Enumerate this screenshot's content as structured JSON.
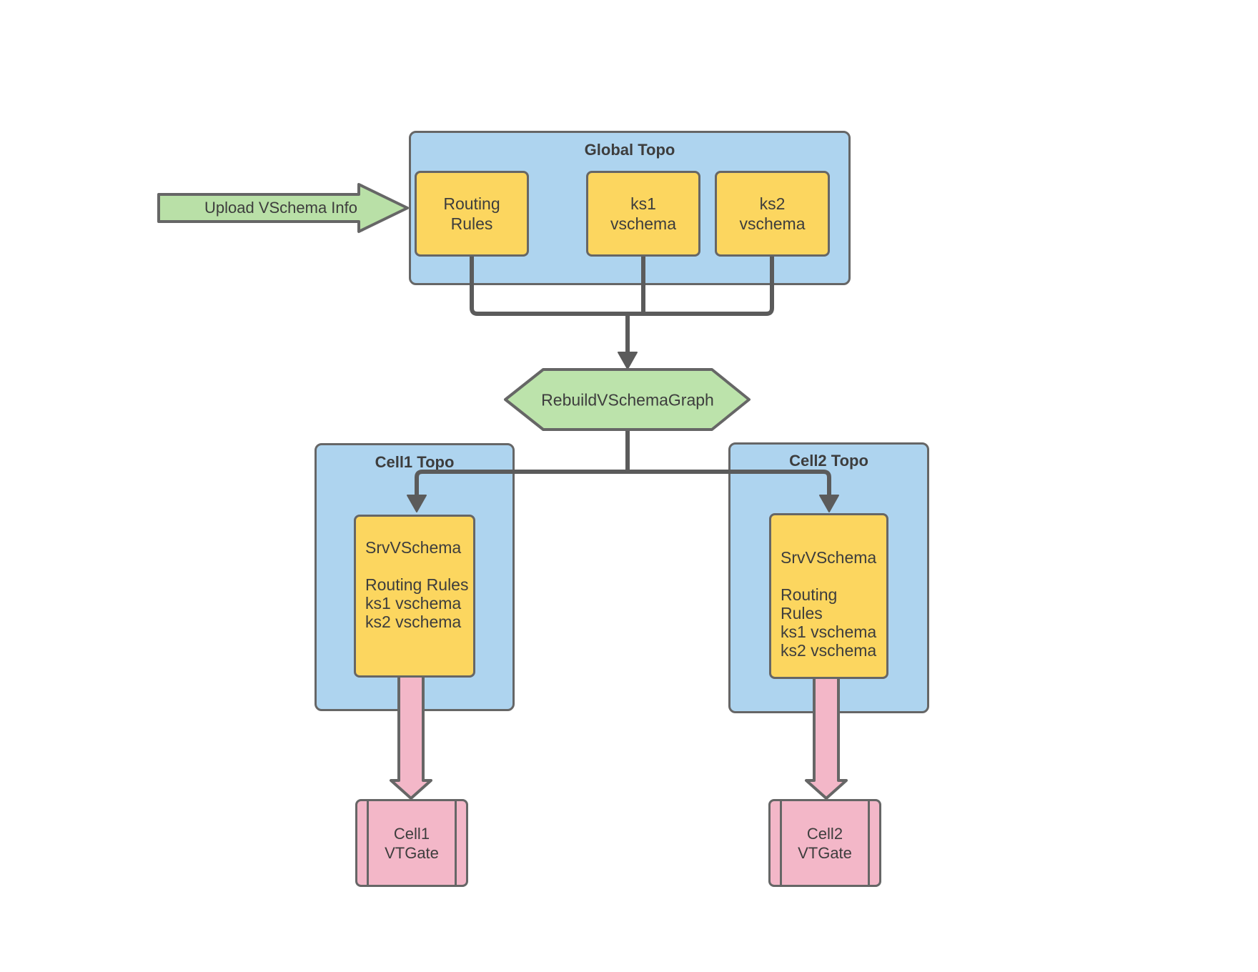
{
  "upload_arrow": {
    "label": "Upload VSchema Info"
  },
  "global_topo": {
    "title": "Global Topo",
    "routing_rules": "Routing\nRules",
    "ks1": "ks1\nvschema",
    "ks2": "ks2\nvschema"
  },
  "rebuild_step": {
    "label": "RebuildVSchemaGraph"
  },
  "cell1": {
    "title": "Cell1 Topo",
    "srv_vschema": "SrvVSchema\n\nRouting Rules\nks1 vschema\nks2 vschema",
    "vtgate": "Cell1\nVTGate"
  },
  "cell2": {
    "title": "Cell2 Topo",
    "srv_vschema": "SrvVSchema\n\nRouting Rules\nks1 vschema\nks2 vschema",
    "vtgate": "Cell2\nVTGate"
  },
  "colors": {
    "container_blue": "#aed4ef",
    "node_yellow": "#fcd65f",
    "accent_green": "#bce3ab",
    "accent_pink": "#f3b7c8",
    "shape_border_gray": "#666666",
    "connector_gray": "#5b5b5b",
    "text_gray": "#3d3d3d",
    "background": "#ffffff"
  }
}
